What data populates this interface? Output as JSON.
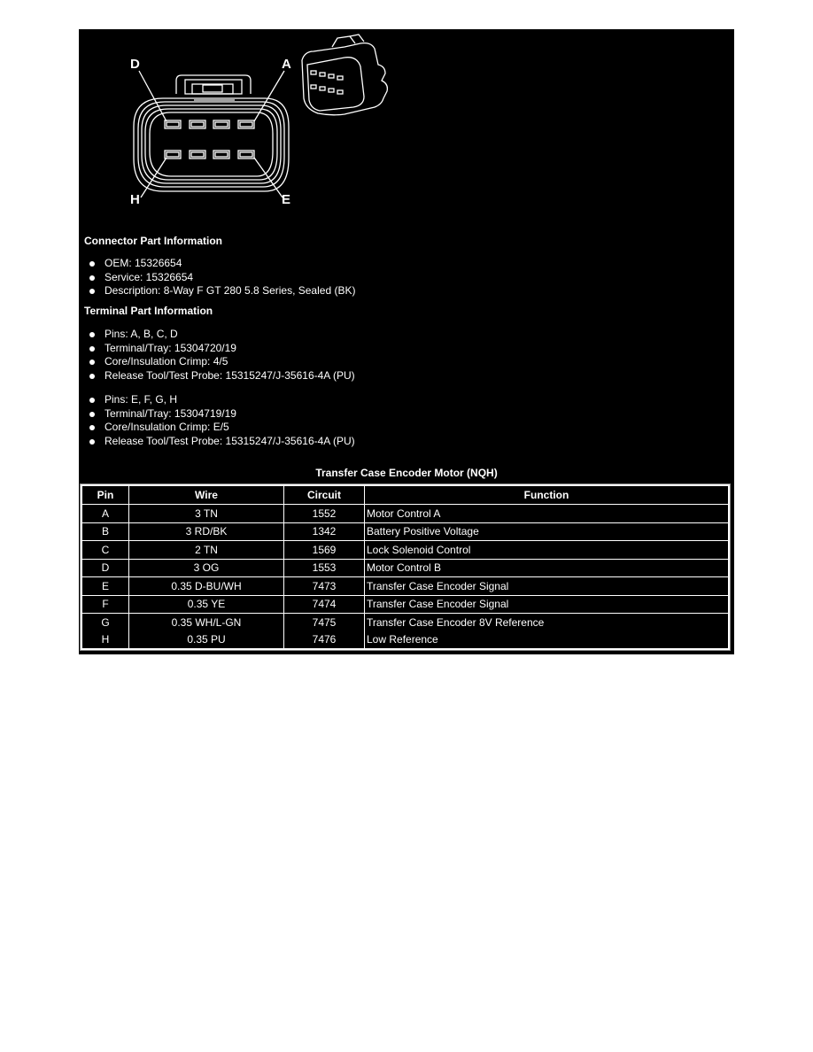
{
  "diagram": {
    "pin_labels": {
      "top_left": "D",
      "top_right": "A",
      "bottom_left": "H",
      "bottom_right": "E"
    },
    "description": "8-way connector face view with perspective view"
  },
  "connector_part_info": {
    "title": "Connector Part Information",
    "items": [
      "OEM: 15326654",
      "Service: 15326654",
      "Description: 8-Way F GT 280 5.8 Series, Sealed (BK)"
    ]
  },
  "terminal_part_info": {
    "title": "Terminal Part Information",
    "groups": [
      {
        "items": [
          "Pins: A, B, C, D",
          "Terminal/Tray: 15304720/19",
          "Core/Insulation Crimp: 4/5",
          "Release Tool/Test Probe: 15315247/J-35616-4A (PU)"
        ]
      },
      {
        "items": [
          "Pins: E, F, G, H",
          "Terminal/Tray: 15304719/19",
          "Core/Insulation Crimp: E/5",
          "Release Tool/Test Probe: 15315247/J-35616-4A (PU)"
        ]
      }
    ]
  },
  "pin_table": {
    "title": "Transfer Case Encoder Motor (NQH)",
    "headers": {
      "pin": "Pin",
      "wire": "Wire",
      "circuit": "Circuit",
      "function": "Function"
    },
    "rows": [
      {
        "pin": "A",
        "wire": "3 TN",
        "circuit": "1552",
        "function": "Motor Control A"
      },
      {
        "pin": "B",
        "wire": "3 RD/BK",
        "circuit": "1342",
        "function": "Battery Positive Voltage"
      },
      {
        "pin": "C",
        "wire": "2 TN",
        "circuit": "1569",
        "function": "Lock Solenoid Control"
      },
      {
        "pin": "D",
        "wire": "3 OG",
        "circuit": "1553",
        "function": "Motor Control B"
      },
      {
        "pin": "E",
        "wire": "0.35 D-BU/WH",
        "circuit": "7473",
        "function": "Transfer Case Encoder Signal"
      },
      {
        "pin": "F",
        "wire": "0.35 YE",
        "circuit": "7474",
        "function": "Transfer Case Encoder Signal"
      },
      {
        "pin": "G",
        "wire": "0.35 WH/L-GN",
        "circuit": "7475",
        "function": "Transfer Case Encoder 8V Reference"
      },
      {
        "pin": "H",
        "wire": "0.35 PU",
        "circuit": "7476",
        "function": "Low Reference"
      }
    ]
  }
}
